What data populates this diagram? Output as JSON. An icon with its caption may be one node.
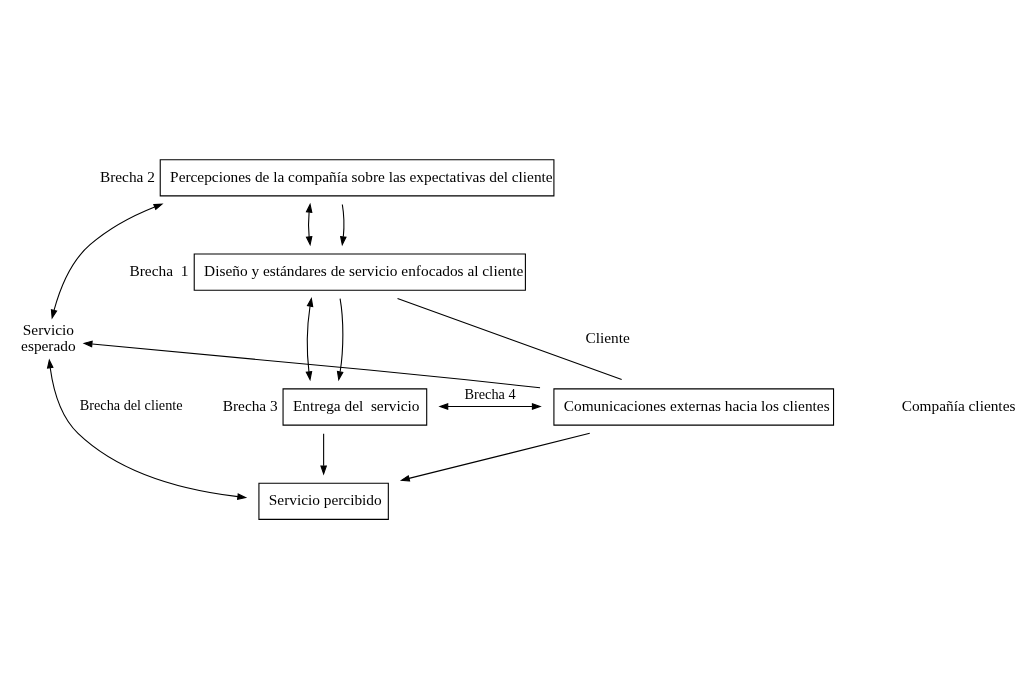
{
  "diagram": {
    "nodes": [
      {
        "text": [
          "Servicio",
          "esperado"
        ]
      },
      {
        "text": [
          "Servicio percibido"
        ]
      },
      {
        "text": [
          "Entrega del  servicio"
        ],
        "beside": [
          "Brecha 3"
        ]
      },
      {
        "text": [
          "Comunicaciones externas hacia los clientes"
        ]
      },
      {
        "text": [
          "Diseño y estándares de servicio enfocados al cliente"
        ],
        "beside": [
          "Brecha  1"
        ]
      },
      {
        "text": [
          "Percepciones de la compañía sobre las expectativas del cliente"
        ],
        "beside": [
          "Brecha 2"
        ]
      }
    ],
    "edges": [
      {
        "from": 0,
        "to": 1,
        "arrow": "both",
        "label": "Brecha del cliente"
      },
      {
        "from": 2,
        "to": 1,
        "arrow": "to"
      },
      {
        "from": 3,
        "to": 0,
        "arrow": "to"
      },
      {
        "from": 3,
        "to": 1,
        "arrow": "to"
      },
      {
        "from": 2,
        "to": 3,
        "arrow": "both",
        "label": "Brecha 4"
      },
      {
        "from": 4,
        "to": 2,
        "arrow": "both"
      },
      {
        "from": 4,
        "to": 2,
        "arrow": "to"
      },
      {
        "from": 5,
        "to": 4,
        "arrow": "both"
      },
      {
        "from": 5,
        "to": 4,
        "arrow": "to"
      },
      {
        "from": 4,
        "to": 3,
        "arrow": "none"
      },
      {
        "from": 5,
        "to": 0,
        "arrow": "both"
      }
    ],
    "labels": [
      "Cliente",
      "Compañía clientes"
    ]
  }
}
